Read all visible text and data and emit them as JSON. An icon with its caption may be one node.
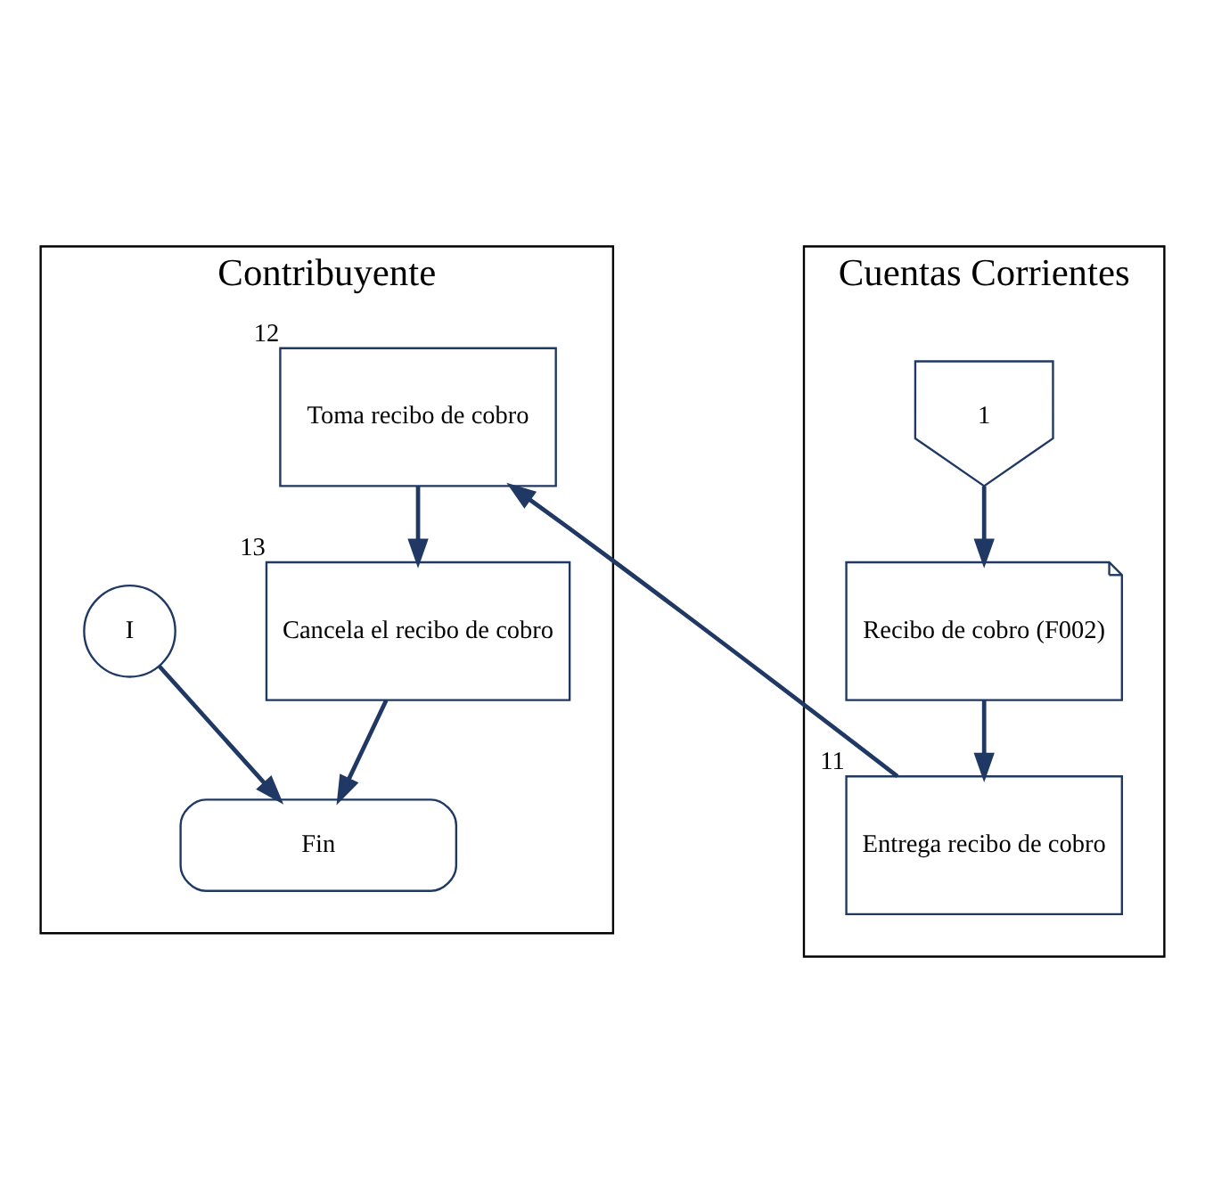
{
  "diagram": {
    "nodes": [
      {
        "text": [
          "Contribuyente"
        ]
      },
      {
        "text": [
          "Cuentas Corrientes"
        ]
      },
      {
        "text": [
          "Toma recibo de cobro"
        ],
        "beside": [
          "12"
        ],
        "in": 0
      },
      {
        "text": [
          "Cancela el recibo de cobro"
        ],
        "beside": [
          "13"
        ],
        "in": 0
      },
      {
        "text": [
          "I"
        ],
        "in": 0
      },
      {
        "text": [
          "Fin"
        ],
        "in": 0
      },
      {
        "text": [
          "1"
        ],
        "in": 1
      },
      {
        "text": [
          "Recibo de cobro (F002)"
        ],
        "in": 1
      },
      {
        "text": [
          "Entrega recibo de cobro"
        ],
        "beside": [
          "11"
        ],
        "in": 1
      }
    ],
    "edges": [
      {
        "from": 2,
        "to": 3,
        "arrow": "to"
      },
      {
        "from": 3,
        "to": 5,
        "arrow": "to"
      },
      {
        "from": 4,
        "to": 5,
        "arrow": "to"
      },
      {
        "from": 6,
        "to": 7,
        "arrow": "to"
      },
      {
        "from": 7,
        "to": 8,
        "arrow": "to"
      },
      {
        "from": 8,
        "to": 2,
        "arrow": "to"
      }
    ]
  }
}
